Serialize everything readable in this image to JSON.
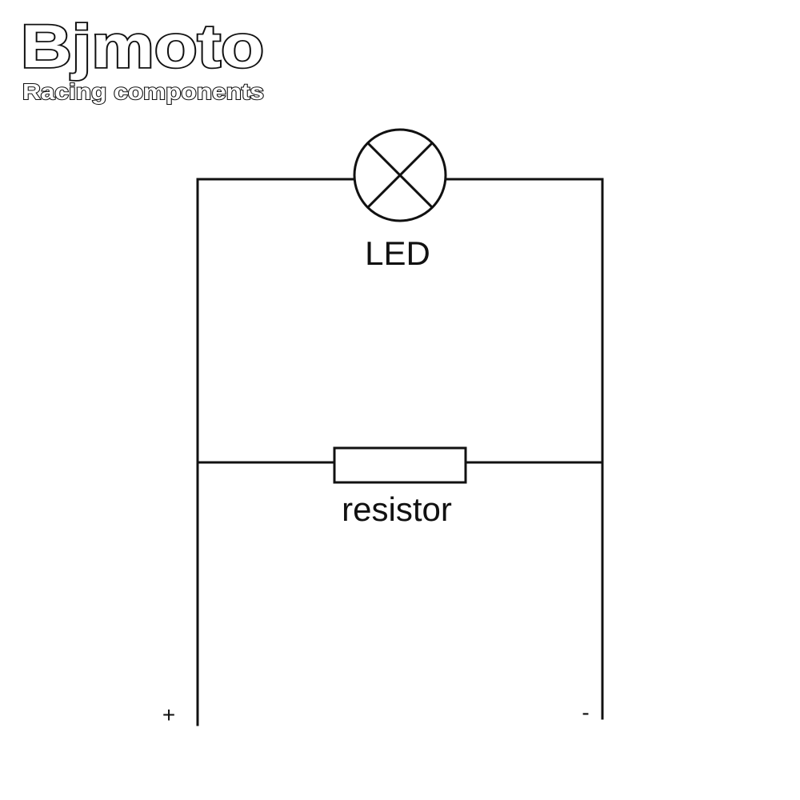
{
  "logo": {
    "brand": "Bjmoto",
    "tagline": "Racing components"
  },
  "diagram": {
    "led_label": "LED",
    "resistor_label": "resistor",
    "positive_terminal": "+",
    "negative_terminal": "-"
  },
  "colors": {
    "line": "#111111",
    "background": "#ffffff"
  }
}
